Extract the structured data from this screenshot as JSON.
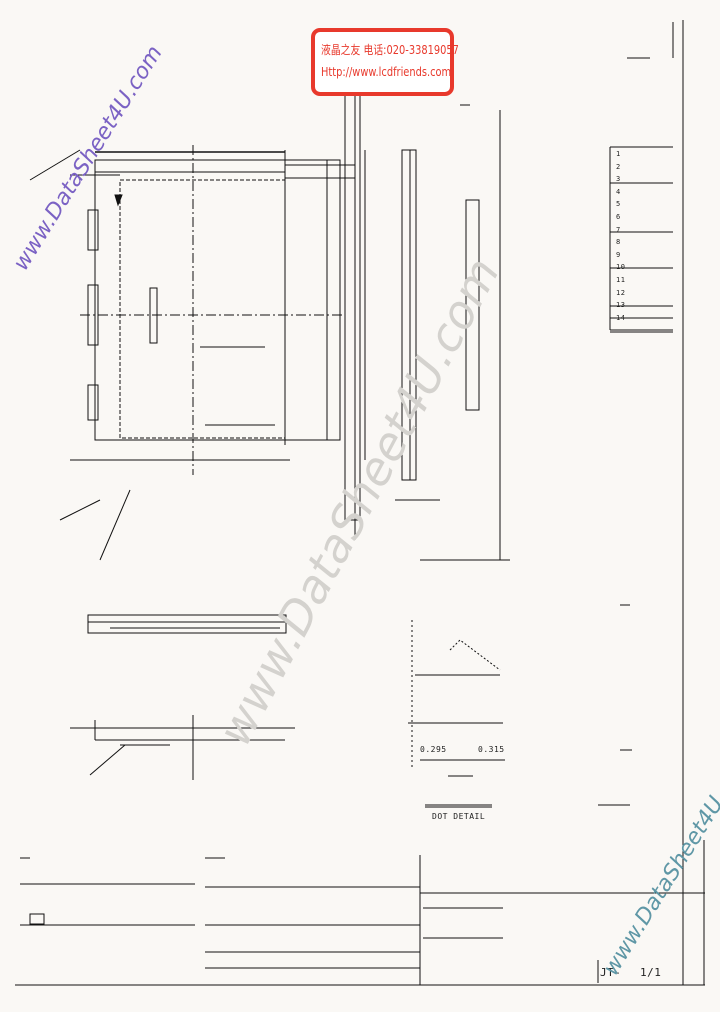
{
  "stamp": {
    "line1": "液晶之友 电话:020-33819057",
    "line2": "Http://www.lcdfriends.com",
    "color": "#e8392c"
  },
  "watermark": {
    "text": "www.DataSheet4U.com",
    "colors": [
      "#7b62c4",
      "#d4d2ce",
      "#5f97a6"
    ]
  },
  "views": {
    "dot_detail": {
      "dim_left": "0.295",
      "dim_right": "0.315",
      "title": "DOT DETAIL"
    },
    "pin_table": {
      "rows": [
        "1",
        "2",
        "3",
        "4",
        "5",
        "6",
        "7",
        "8",
        "9",
        "10",
        "11",
        "12",
        "13",
        "14"
      ]
    }
  },
  "title_block": {
    "drawing_number_prefix": "JT-",
    "sheet": "1/1"
  }
}
